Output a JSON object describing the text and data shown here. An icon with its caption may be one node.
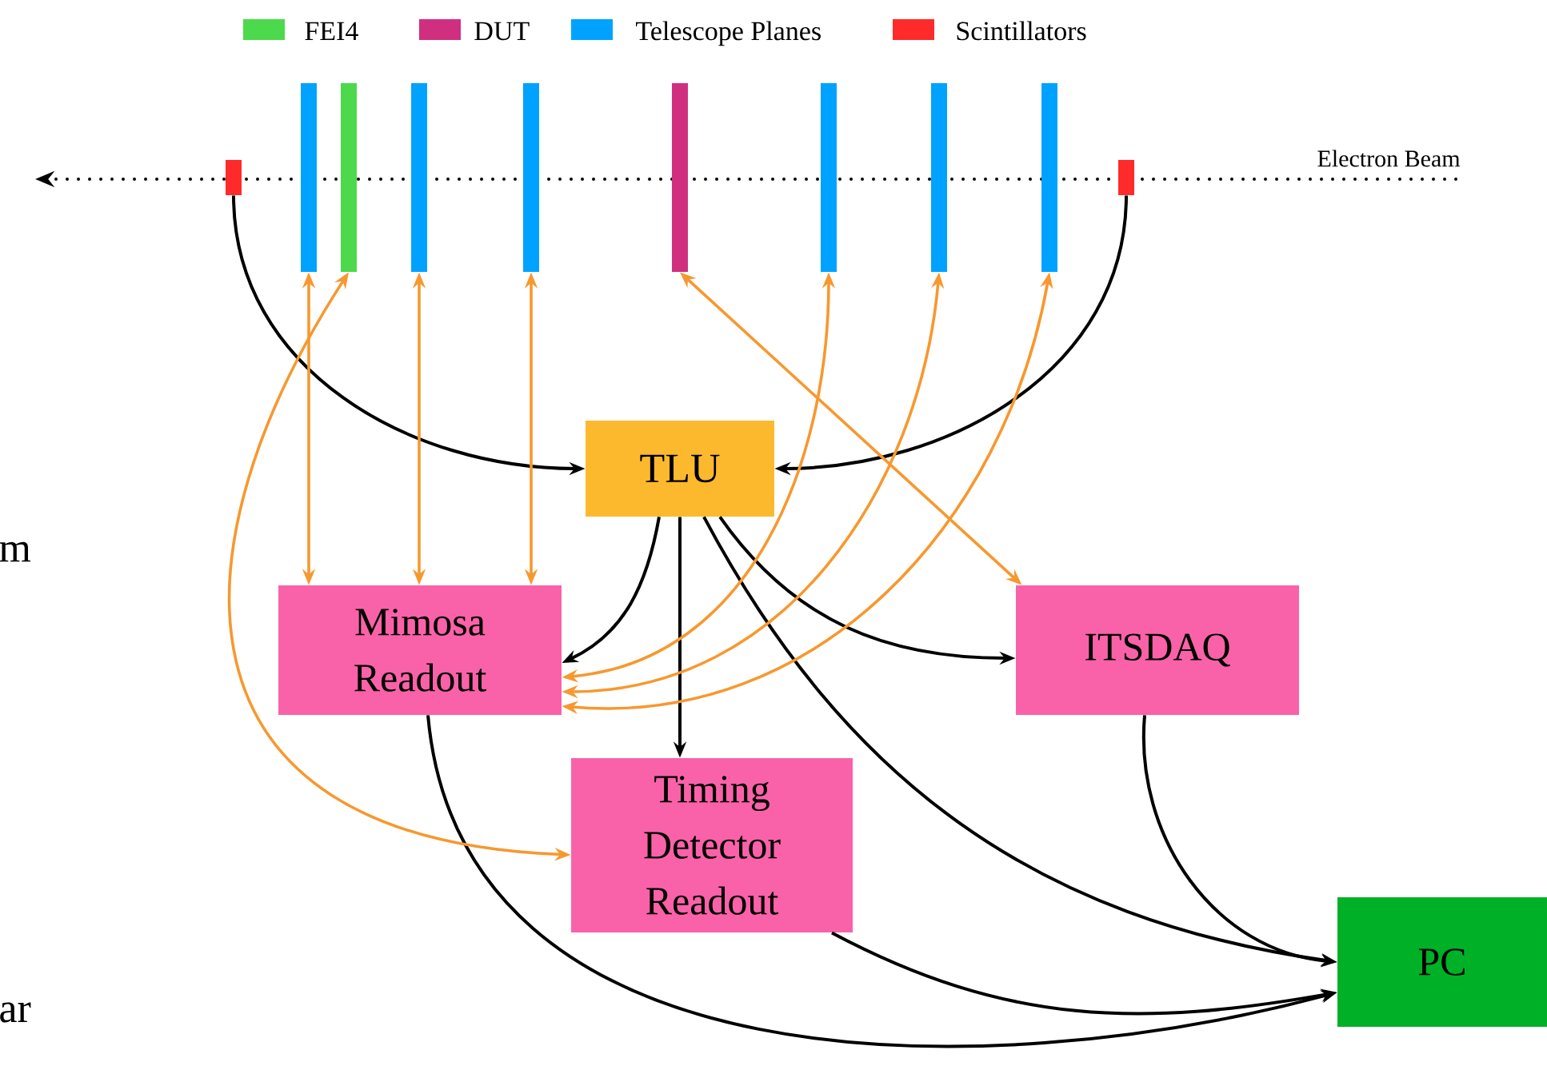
{
  "diagram": {
    "nodes": [
      {
        "text": [],
        "shape": "bar"
      },
      {
        "text": [],
        "shape": "bar"
      },
      {
        "text": [],
        "shape": "bar"
      },
      {
        "text": [],
        "shape": "bar"
      },
      {
        "text": [],
        "shape": "bar"
      },
      {
        "text": [],
        "shape": "bar"
      },
      {
        "text": [],
        "shape": "bar"
      },
      {
        "text": [],
        "shape": "bar"
      },
      {
        "text": [],
        "shape": "bar"
      },
      {
        "text": [],
        "shape": "bar"
      },
      {
        "text": [
          "TLU"
        ]
      },
      {
        "text": [
          "Mimosa Readout"
        ]
      },
      {
        "text": [
          "ITSDAQ"
        ]
      },
      {
        "text": [
          "Timing Detector Readout"
        ]
      },
      {
        "text": [
          "PC"
        ]
      }
    ],
    "edges": [
      {
        "from": 0,
        "to": 10,
        "arrow": "to"
      },
      {
        "from": 9,
        "to": 10,
        "arrow": "to"
      },
      {
        "from": 10,
        "to": 11,
        "arrow": "to"
      },
      {
        "from": 10,
        "to": 13,
        "arrow": "to"
      },
      {
        "from": 10,
        "to": 12,
        "arrow": "to"
      },
      {
        "from": 10,
        "to": 14,
        "arrow": "to"
      },
      {
        "from": 11,
        "to": 14,
        "arrow": "to"
      },
      {
        "from": 13,
        "to": 14,
        "arrow": "to"
      },
      {
        "from": 12,
        "to": 14,
        "arrow": "to"
      },
      {
        "from": 1,
        "to": 11,
        "arrow": "both",
        "color": "#f7982f"
      },
      {
        "from": 3,
        "to": 11,
        "arrow": "both",
        "color": "#f7982f"
      },
      {
        "from": 4,
        "to": 11,
        "arrow": "both",
        "color": "#f7982f"
      },
      {
        "from": 2,
        "to": 13,
        "arrow": "both",
        "color": "#f7982f"
      },
      {
        "from": 5,
        "to": 12,
        "arrow": "both",
        "color": "#f7982f"
      },
      {
        "from": 6,
        "to": 11,
        "arrow": "both",
        "color": "#f7982f"
      },
      {
        "from": 7,
        "to": 11,
        "arrow": "both",
        "color": "#f7982f"
      },
      {
        "from": 8,
        "to": 11,
        "arrow": "both",
        "color": "#f7982f"
      }
    ],
    "labels": [
      "Electron Beam",
      "m",
      "ar"
    ],
    "legend": [
      {
        "text": "FEI4",
        "color": "#4cd94c"
      },
      {
        "text": "DUT",
        "color": "#d02f80"
      },
      {
        "text": "Telescope Planes",
        "color": "#00a2ff"
      },
      {
        "text": "Scintillators",
        "color": "#ff2a2a"
      }
    ]
  }
}
